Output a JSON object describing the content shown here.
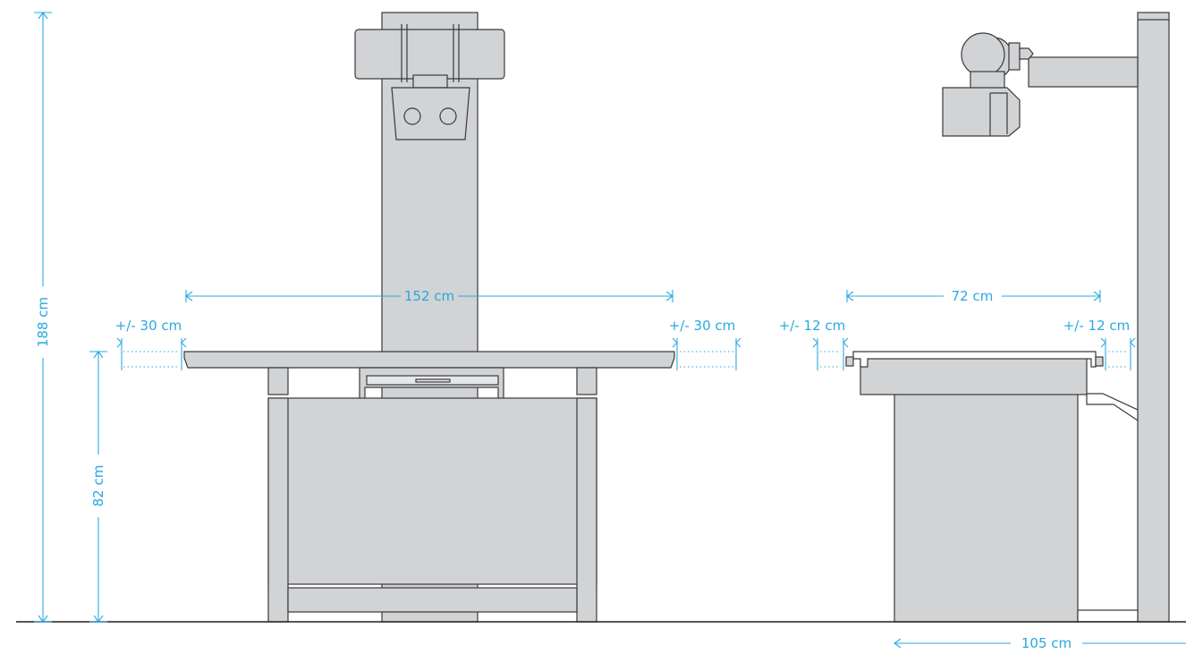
{
  "colors": {
    "dimension": "#29a9e1",
    "machine_fill": "#d1d3d4",
    "machine_stroke": "#3a3a3c",
    "floor": "#231f20",
    "background": "#ffffff"
  },
  "dimensions": {
    "total_height": "188 cm",
    "table_height": "82 cm",
    "table_length": "152 cm",
    "travel_left": "+/- 30 cm",
    "travel_right": "+/- 30 cm",
    "table_width": "72 cm",
    "lateral_left": "+/- 12 cm",
    "lateral_right": "+/- 12 cm",
    "footprint_depth": "105 cm"
  }
}
